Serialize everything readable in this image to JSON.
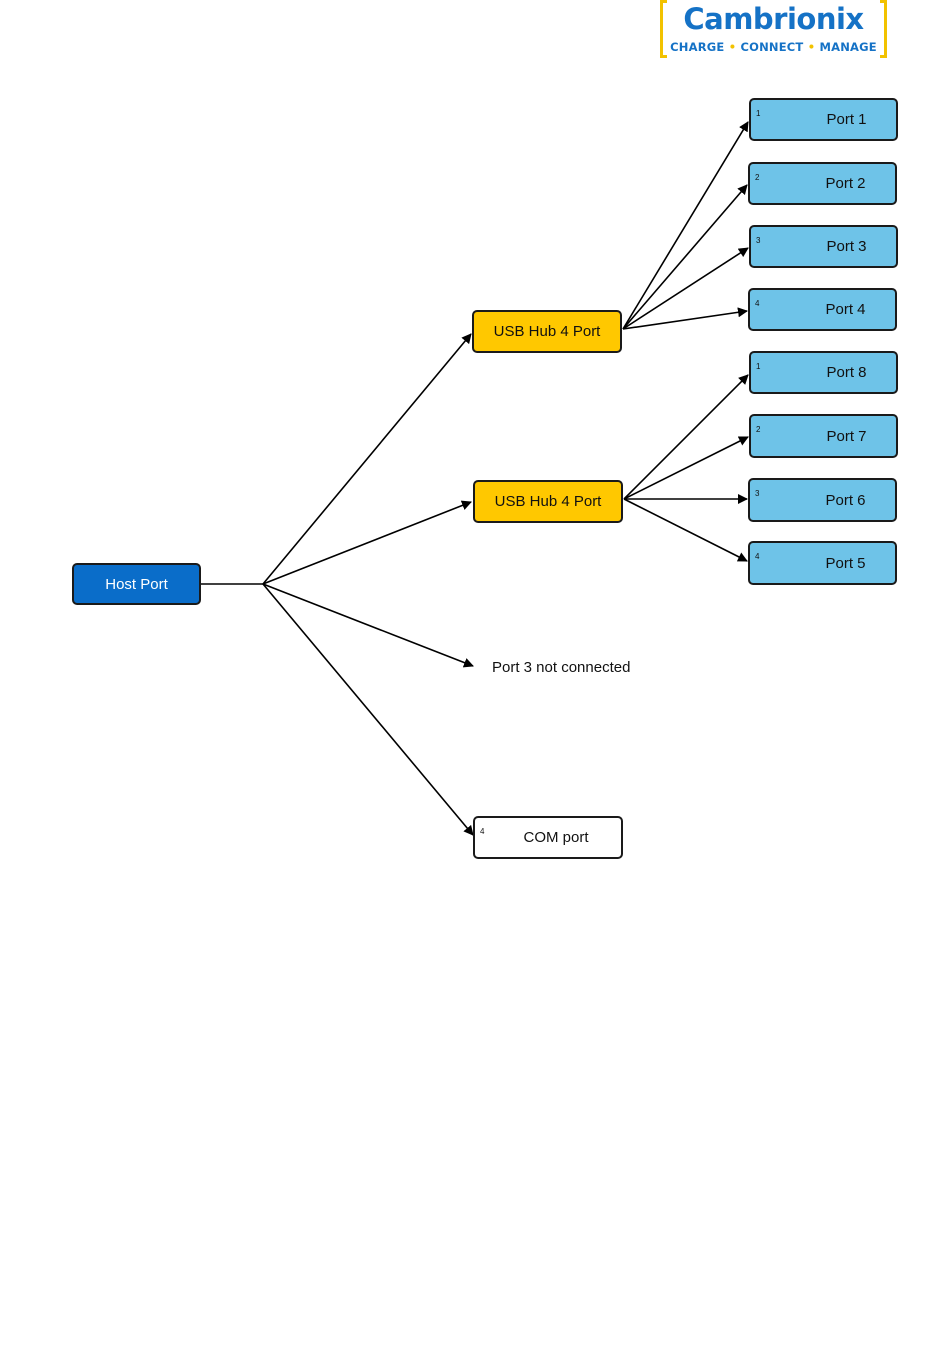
{
  "logo": {
    "name": "Cambrionix",
    "tagline_parts": [
      "CHARGE",
      "CONNECT",
      "MANAGE"
    ],
    "brand_color": "#1572c6",
    "accent_color": "#f2c200"
  },
  "nodes": {
    "host": {
      "label": "Host Port",
      "color": "#0a6dc9"
    },
    "hub1": {
      "label": "USB Hub 4 Port",
      "color": "#ffc800"
    },
    "hub2": {
      "label": "USB Hub 4 Port",
      "color": "#ffc800"
    },
    "not_connected": {
      "label": "Port 3 not connected"
    },
    "com": {
      "label": "COM port",
      "num": "4"
    },
    "hub1_ports": [
      {
        "num": "1",
        "label": "Port 1"
      },
      {
        "num": "2",
        "label": "Port 2"
      },
      {
        "num": "3",
        "label": "Port 3"
      },
      {
        "num": "4",
        "label": "Port 4"
      }
    ],
    "hub2_ports": [
      {
        "num": "1",
        "label": "Port 8"
      },
      {
        "num": "2",
        "label": "Port 7"
      },
      {
        "num": "3",
        "label": "Port 6"
      },
      {
        "num": "4",
        "label": "Port 5"
      }
    ],
    "port_color": "#6ec3e8"
  }
}
